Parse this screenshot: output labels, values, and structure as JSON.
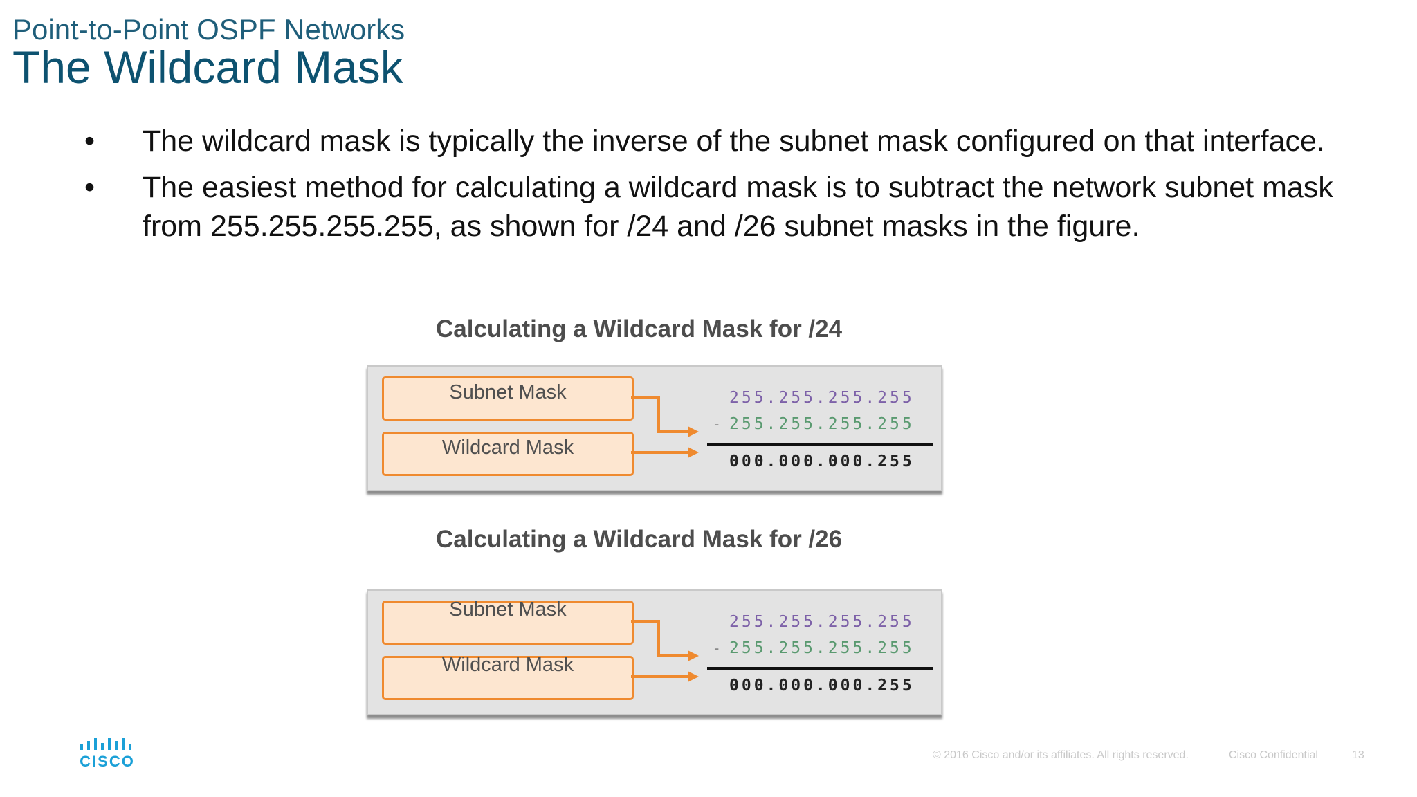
{
  "header": {
    "subtitle": "Point-to-Point OSPF Networks",
    "title": "The Wildcard Mask"
  },
  "bullets": [
    {
      "symbol": "•",
      "text": "The wildcard mask is typically the inverse of the subnet mask configured on that interface."
    },
    {
      "symbol": "•",
      "text": "The easiest method for calculating a wildcard mask is to subtract the network subnet mask from 255.255.255.255, as shown for /24 and /26 subnet masks in the figure."
    }
  ],
  "figures": [
    {
      "title": "Calculating a Wildcard Mask for /24",
      "subnet_label": "Subnet Mask",
      "wildcard_label": "Wildcard Mask",
      "line1": "255.255.255.255",
      "minus": "-",
      "line2": "255.255.255.255",
      "result": "000.000.000.255"
    },
    {
      "title": "Calculating a Wildcard Mask for /26",
      "subnet_label": "Subnet Mask",
      "wildcard_label": "Wildcard Mask",
      "line1": "255.255.255.255",
      "minus": "-",
      "line2": "255.255.255.255",
      "result": "000.000.000.255"
    }
  ],
  "footer": {
    "logo": "CISCO",
    "copyright": "© 2016  Cisco and/or its affiliates. All rights reserved.",
    "confidential": "Cisco Confidential",
    "page_number": "13"
  },
  "colors": {
    "title": "#0d5270",
    "box_fill": "#fde6d0",
    "box_border": "#ef8a2f",
    "arrow": "#ef8a2f",
    "cisco_blue": "#1ba0d7"
  }
}
